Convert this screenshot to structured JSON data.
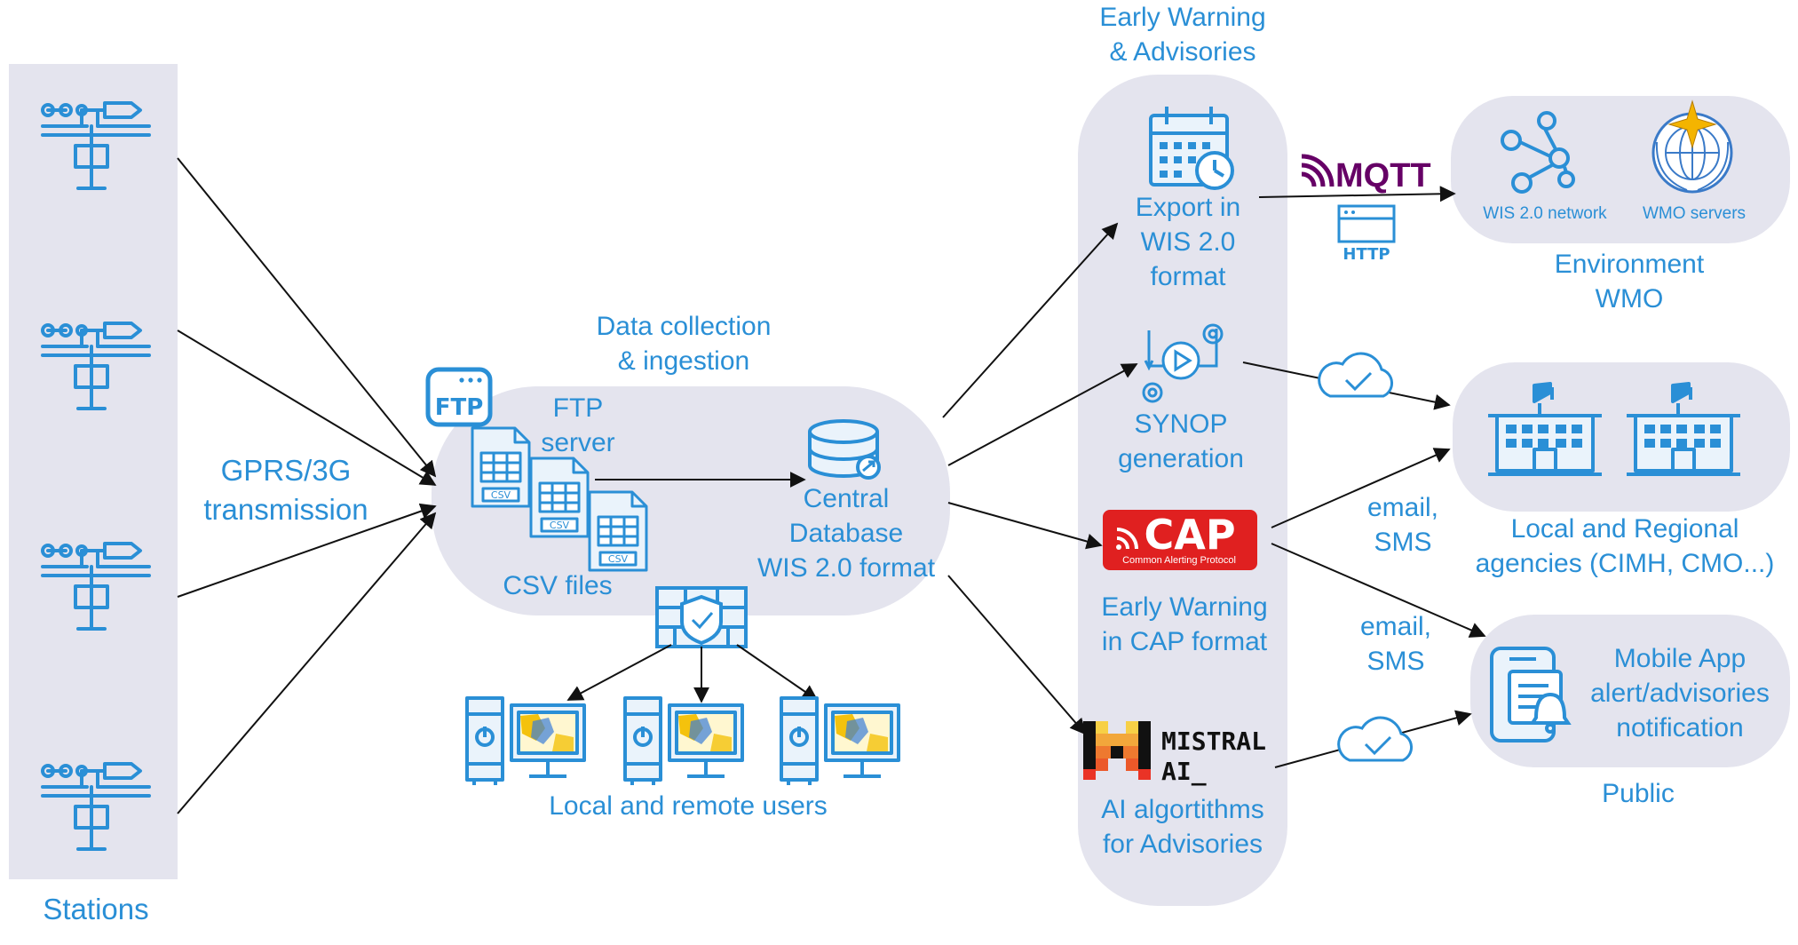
{
  "stations": {
    "label": "Stations",
    "count": 4
  },
  "transmission": {
    "line1": "GPRS/3G",
    "line2": "transmission"
  },
  "collection": {
    "title_line1": "Data collection",
    "title_line2": "& ingestion",
    "ftp_icon": "FTP",
    "ftp_label_line1": "FTP",
    "ftp_label_line2": "server",
    "csv_icon_label": "CSV",
    "csv_label": "CSV files",
    "db_line1": "Central",
    "db_line2": "Database",
    "db_line3": "WIS 2.0 format"
  },
  "users": {
    "label": "Local and remote users"
  },
  "early_warning": {
    "title_line1": "Early Warning",
    "title_line2": "& Advisories",
    "export_line1": "Export in",
    "export_line2": "WIS 2.0",
    "export_line3": "format",
    "synop_line1": "SYNOP",
    "synop_line2": "generation",
    "cap_logo": "CAP",
    "cap_subtitle": "Common Alerting Protocol",
    "cap_line1": "Early Warning",
    "cap_line2": "in CAP format",
    "mistral_line1": "MISTRAL",
    "mistral_line2": "AI_",
    "ai_line1": "AI algortithms",
    "ai_line2": "for Advisories"
  },
  "protocols": {
    "mqtt": "MQTT",
    "http": "HTTP"
  },
  "wmo": {
    "wis_network": "WIS 2.0 network",
    "wmo_servers": "WMO servers",
    "label_line1": "Environment",
    "label_line2": "WMO"
  },
  "agencies": {
    "label_line1": "Local and Regional",
    "label_line2": "agencies (CIMH, CMO...)"
  },
  "channels": {
    "email_sms_1_line1": "email,",
    "email_sms_1_line2": "SMS",
    "email_sms_2_line1": "email,",
    "email_sms_2_line2": "SMS"
  },
  "public": {
    "app_line1": "Mobile App",
    "app_line2": "alert/advisories",
    "app_line3": "notification",
    "label": "Public"
  },
  "colors": {
    "accent": "#2a8fd6",
    "panel": "#e4e4ee",
    "mqtt": "#660066",
    "cap_red": "#e02020",
    "line": "#111111"
  }
}
